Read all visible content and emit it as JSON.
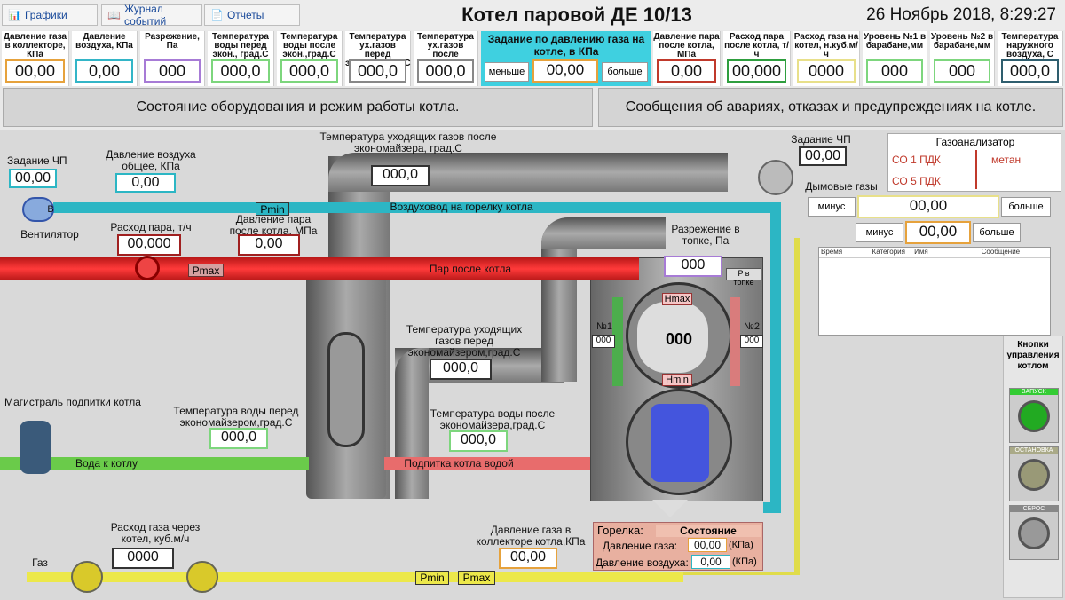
{
  "toolbar": {
    "charts": "Графики",
    "journal": "Журнал событий",
    "reports": "Отчеты"
  },
  "title": "Котел паровой ДЕ 10/13",
  "datetime": "26 Ноябрь 2018, 8:29:27",
  "header": [
    {
      "label": "Давление газа в коллекторе, КПа",
      "value": "00,00",
      "color": "#e6a23c"
    },
    {
      "label": "Давление воздуха, КПа",
      "value": "0,00",
      "color": "#33b5c7"
    },
    {
      "label": "Разрежение, Па",
      "value": "000",
      "color": "#a77bd6"
    },
    {
      "label": "Температура воды перед экон., град.С",
      "value": "000,0",
      "color": "#7dd67d"
    },
    {
      "label": "Температура воды после экон.,град.С",
      "value": "000,0",
      "color": "#7dd67d"
    },
    {
      "label": "Температура ух.газов перед эконом.,град.С",
      "value": "000,0",
      "color": "#888"
    },
    {
      "label": "Температура ух.газов после эконом.,гр.С",
      "value": "000,0",
      "color": "#888"
    },
    {
      "label": "Давление пара после котла, МПа",
      "value": "0,00",
      "color": "#c0392b"
    },
    {
      "label": "Расход пара после котла, т/ч",
      "value": "00,000",
      "color": "#2e9e3e"
    },
    {
      "label": "Расход газа на котел, н.куб.м/ч",
      "value": "0000",
      "color": "#e8e08a"
    },
    {
      "label": "Уровень №1 в барабане,мм",
      "value": "000",
      "color": "#7dd67d"
    },
    {
      "label": "Уровень №2 в барабане,мм",
      "value": "000",
      "color": "#7dd67d"
    },
    {
      "label": "Температура наружного воздуха, С",
      "value": "000,0",
      "color": "#2e5e6e"
    }
  ],
  "setpoint": {
    "label": "Задание по давлению газа на котле, в КПа",
    "less": "меньше",
    "value": "00,00",
    "more": "больше"
  },
  "tabs": {
    "state": "Состояние оборудования и режим работы котла.",
    "messages": "Сообщения об авариях, отказах и предупреждениях на котле."
  },
  "scheme": {
    "task_chp_left": "Задание ЧП",
    "task_chp_left_val": "00,00",
    "air_pressure_label": "Давление воздуха общее, КПа",
    "air_pressure_val": "0,00",
    "fan_label": "Вентилятор",
    "fan_b": "В",
    "pmin": "Pmin",
    "air_duct": "Воздуховод на горелку котла",
    "steam_flow_label": "Расход пара, т/ч",
    "steam_flow_val": "00,000",
    "steam_pressure_label": "Давление пара после котла, МПа",
    "steam_pressure_val": "0,00",
    "pmax": "Pmax",
    "steam_pipe": "Пар после котла",
    "flue_temp_after_label": "Температура уходящих газов после экономайзера, град.С",
    "flue_temp_after_val": "000,0",
    "task_chp_right": "Задание ЧП",
    "task_chp_right_val": "00,00",
    "smoke": "Дымовые газы",
    "vacuum_label": "Разрежение в топке, Па",
    "vacuum_val": "000",
    "p_in_furnace": "P в топке",
    "flue_temp_before_label": "Температура уходящих газов перед экономайзером,град.С",
    "flue_temp_before_val": "000,0",
    "hmax": "Hmax",
    "hmin": "Hmin",
    "drum_val": "000",
    "n1": "№1",
    "n1_val": "000",
    "n2": "№2",
    "n2_val": "000",
    "makeup_label": "Магистраль подпитки котла",
    "water_to_boiler": "Вода к котлу",
    "water_before_label": "Температура воды перед экономайзером,град.С",
    "water_before_val": "000,0",
    "water_after_label": "Температура воды после экономайзера,град.С",
    "water_after_val": "000,0",
    "makeup_water": "Подпитка котла водой",
    "gas": "Газ",
    "gas_flow_label": "Расход газа через котел, куб.м/ч",
    "gas_flow_val": "0000",
    "gas_pressure_label": "Давление газа в коллекторе котла,КПа",
    "gas_pressure_val": "00,00",
    "pmin2": "Pmin",
    "pmax2": "Pmax"
  },
  "burner": {
    "title": "Горелка:",
    "state": "Состояние",
    "gas_label": "Давление газа:",
    "gas_val": "00,00",
    "gas_unit": "(КПа)",
    "air_label": "Давление воздуха:",
    "air_val": "0,00",
    "air_unit": "(КПа)"
  },
  "gas_analyzer": {
    "title": "Газоанализатор",
    "co1": "СО 1 ПДК",
    "co5": "СО 5 ПДК",
    "methane": "метан"
  },
  "right_controls": {
    "minus1": "минус",
    "val1": "00,00",
    "more1": "больше",
    "minus2": "минус",
    "val2": "00,00",
    "more2": "больше"
  },
  "log": {
    "cols": [
      "Время",
      "Категория",
      "Имя",
      "Сообщение"
    ]
  },
  "control": {
    "title": "Кнопки управления котлом",
    "start": "ЗАПУСК",
    "stop": "ОСТАНОВКА",
    "reset": "СБРОС"
  }
}
